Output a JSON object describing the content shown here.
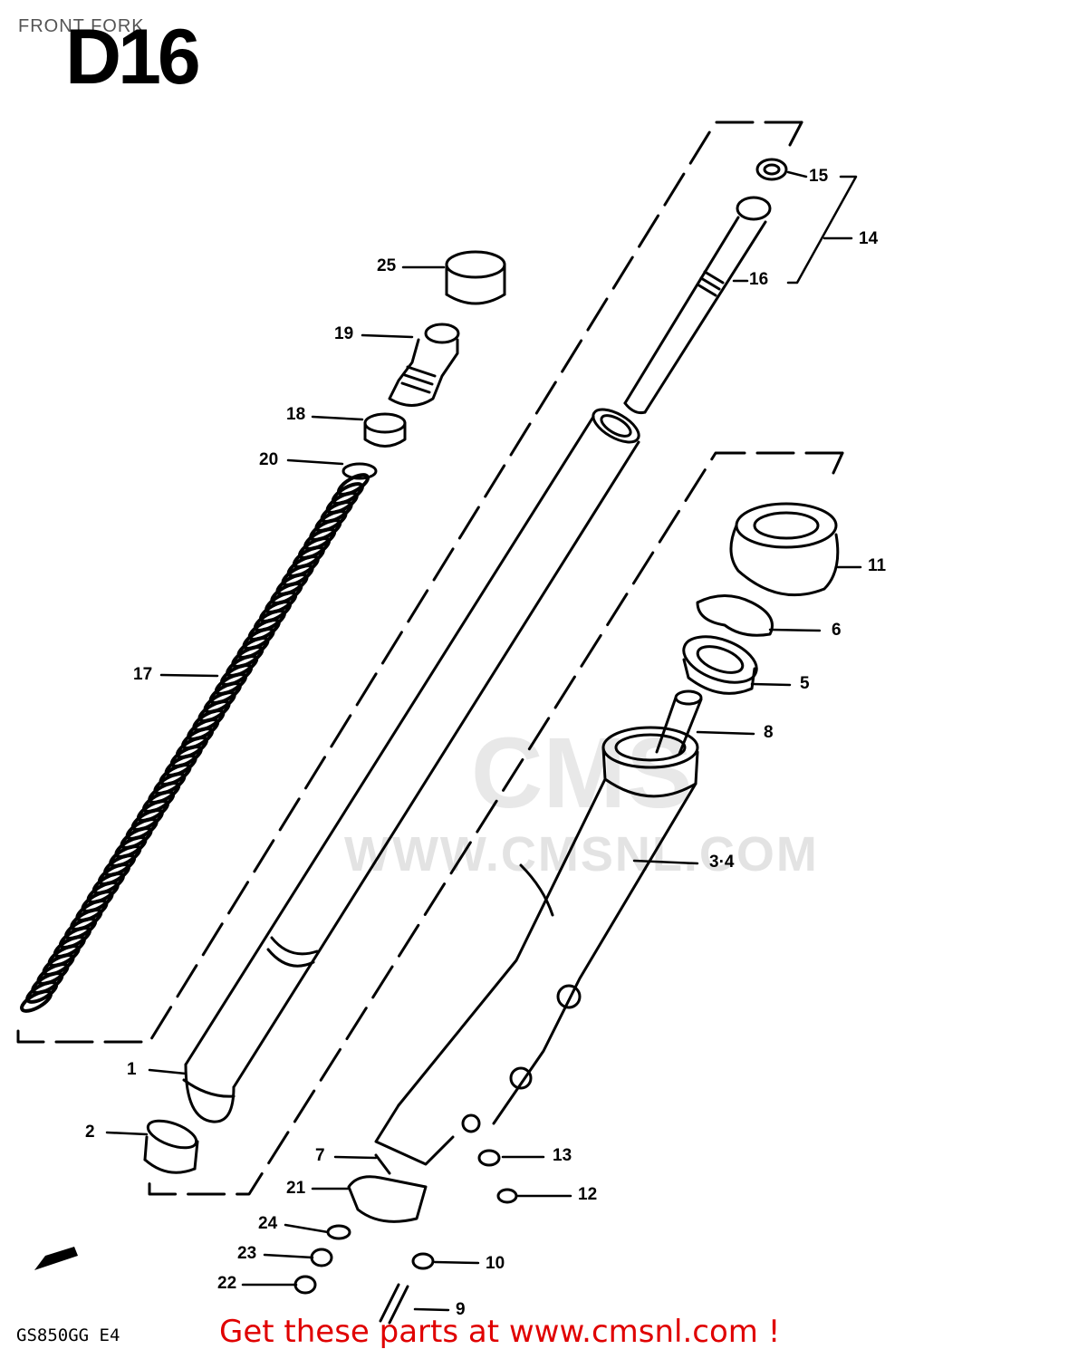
{
  "header": {
    "title": "FRONT FORK",
    "section_code": "D16"
  },
  "footer": {
    "model_code": "GS850GG E4",
    "promo": "Get these parts at www.cmsnl.com !"
  },
  "watermark": {
    "logo": "CMS",
    "url": "WWW.CMSNL.COM"
  },
  "callouts": {
    "c1": "1",
    "c2": "2",
    "c34": "3·4",
    "c5": "5",
    "c6": "6",
    "c7": "7",
    "c8": "8",
    "c9": "9",
    "c10": "10",
    "c11": "11",
    "c12": "12",
    "c13": "13",
    "c14": "14",
    "c15": "15",
    "c16": "16",
    "c17": "17",
    "c18": "18",
    "c19": "19",
    "c20": "20",
    "c21": "21",
    "c22": "22",
    "c23": "23",
    "c24": "24",
    "c25": "25"
  },
  "icons": {
    "forward": "forward-arrow-icon"
  }
}
